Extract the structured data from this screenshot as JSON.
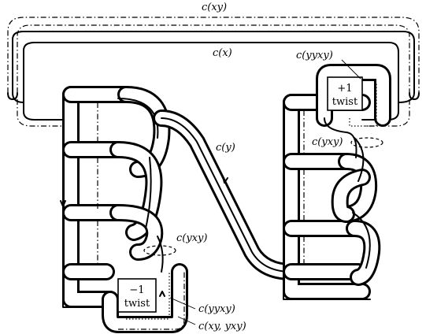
{
  "labels": {
    "cxy": "c(xy)",
    "cx": "c(x)",
    "cy": "c(y)",
    "cyyxy_top": "c(yyxy)",
    "cyxy_right": "c(yxy)",
    "cyxy_left": "c(yxy)",
    "cyyxy_bottom": "c(yyxy)",
    "cxy_yxy": "c(xy, yxy)"
  },
  "boxes": {
    "plus": {
      "line1": "+1",
      "line2": "twist"
    },
    "minus": {
      "line1": "−1",
      "line2": "twist"
    }
  }
}
